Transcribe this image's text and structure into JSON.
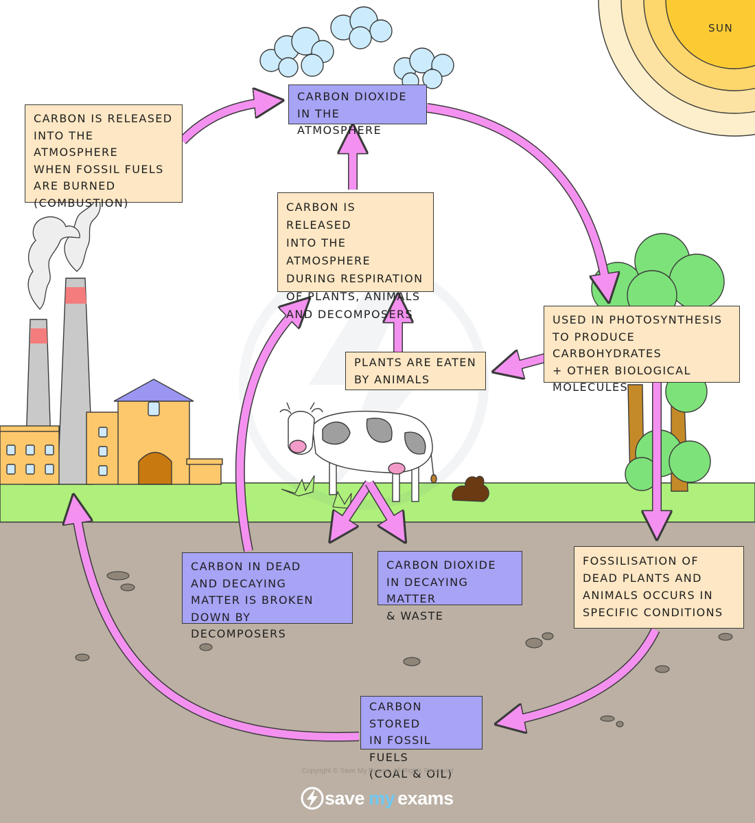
{
  "sun_label": "SUN",
  "boxes": {
    "co2_atmosphere": "CARBON DIOXIDE\nIN THE ATMOSPHERE",
    "combustion": "CARBON IS RELEASED\nINTO THE ATMOSPHERE\nWHEN FOSSIL FUELS\nARE BURNED\n(COMBUSTION)",
    "respiration": "CARBON IS RELEASED\nINTO THE ATMOSPHERE\nDURING RESPIRATION\nOF PLANTS, ANIMALS\nAND DECOMPOSERS",
    "photosynthesis": "USED IN PHOTOSYNTHESIS\nTO PRODUCE CARBOHYDRATES\n+ OTHER BIOLOGICAL\nMOLECULES",
    "eaten": "PLANTS ARE EATEN\nBY ANIMALS",
    "decomposers": "CARBON IN DEAD\nAND DECAYING\nMATTER IS BROKEN\nDOWN BY DECOMPOSERS",
    "decaying_matter": "CARBON DIOXIDE\nIN DECAYING MATTER\n& WASTE",
    "fossilisation": "FOSSILISATION OF\nDEAD PLANTS AND\nANIMALS OCCURS IN\nSPECIFIC CONDITIONS",
    "fossil_fuels": "CARBON STORED\nIN FOSSIL FUELS\n(COAL & OIL)"
  },
  "copyright": "Copyright © Save My Exams. All Rights Reserved",
  "brand": {
    "save": "save",
    "my": "my",
    "exams": "exams"
  },
  "colors": {
    "arrow": "#f491f0",
    "cream_box": "#fde7c4",
    "purple_box": "#a7a3f5",
    "grass": "#aef07b",
    "soil": "#bbb0a3",
    "sun_outer": "#fde9b8",
    "sun_inner": "#fcd03c",
    "factory": "#fdc86c",
    "chimney": "#c9c9c9",
    "chimney_band": "#f47c7c",
    "tree_leaves": "#7ee27a",
    "tree_trunk": "#c58a28"
  }
}
